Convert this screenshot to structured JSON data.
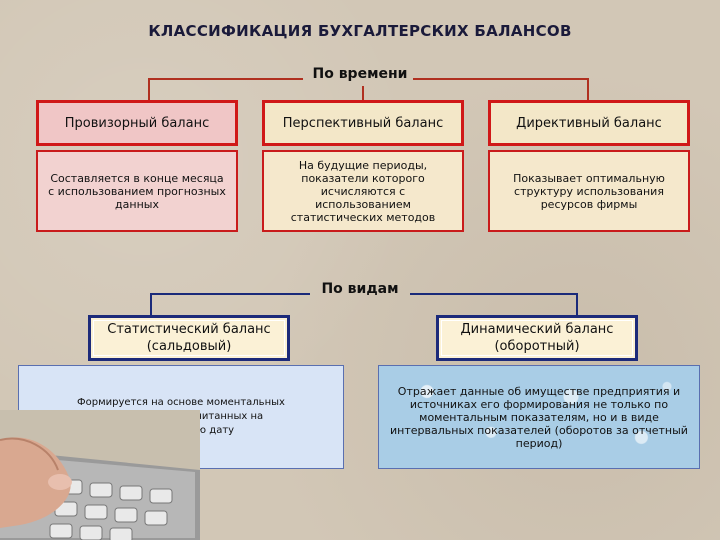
{
  "title": "КЛАССИФИКАЦИЯ  БУХГАЛТЕРСКИХ  БАЛАНСОВ",
  "by_time": {
    "label": "По времени",
    "items": [
      {
        "header": "Провизорный баланс",
        "description": "Составляется в конце месяца с использованием прогнозных данных"
      },
      {
        "header": "Перспективный баланс",
        "description": "На будущие периоды, показатели которого исчисляются с использованием статистических методов"
      },
      {
        "header": "Директивный баланс",
        "description": "Показывает оптимальную структуру использования ресурсов фирмы"
      }
    ]
  },
  "by_type": {
    "label": "По видам",
    "items": [
      {
        "header": "Статистический баланс (сальдовый)",
        "description": "Формируется на основе моментальных показателей, рассчитанных на определенную дату"
      },
      {
        "header": "Динамический баланс (оборотный)",
        "description": "Отражает данные об имуществе предприятия и источниках его формирования не только по моментальным показателям, но и в виде интервальных показателей (оборотов за отчетный период)"
      }
    ]
  },
  "colors": {
    "red_border": "#d01818",
    "blue_border": "#1c2a7a",
    "background": "#d2c7b6"
  }
}
